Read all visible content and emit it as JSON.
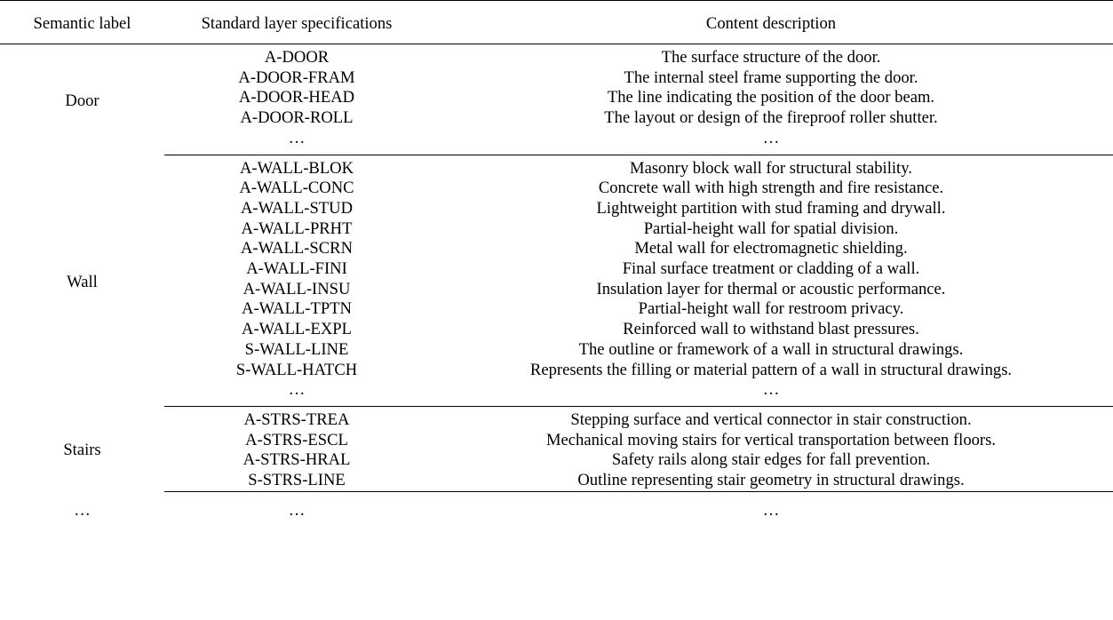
{
  "headers": {
    "semantic_label": "Semantic label",
    "standard_layer": "Standard layer specifications",
    "content_description": "Content description"
  },
  "ellipsis": "…",
  "groups": [
    {
      "label": "Door",
      "rows": [
        {
          "layer": "A-DOOR",
          "desc": "The surface structure of the door."
        },
        {
          "layer": "A-DOOR-FRAM",
          "desc": "The internal steel frame supporting the door."
        },
        {
          "layer": "A-DOOR-HEAD",
          "desc": "The line indicating the position of the door beam."
        },
        {
          "layer": "A-DOOR-ROLL",
          "desc": "The layout or design of the fireproof roller shutter."
        },
        {
          "layer": "…",
          "desc": "…"
        }
      ]
    },
    {
      "label": "Wall",
      "rows": [
        {
          "layer": "A-WALL-BLOK",
          "desc": "Masonry block wall for structural stability."
        },
        {
          "layer": "A-WALL-CONC",
          "desc": "Concrete wall with high strength and fire resistance."
        },
        {
          "layer": "A-WALL-STUD",
          "desc": "Lightweight partition with stud framing and drywall."
        },
        {
          "layer": "A-WALL-PRHT",
          "desc": "Partial-height wall for spatial division."
        },
        {
          "layer": "A-WALL-SCRN",
          "desc": "Metal wall for electromagnetic shielding."
        },
        {
          "layer": "A-WALL-FINI",
          "desc": "Final surface treatment or cladding of a wall."
        },
        {
          "layer": "A-WALL-INSU",
          "desc": "Insulation layer for thermal or acoustic performance."
        },
        {
          "layer": "A-WALL-TPTN",
          "desc": "Partial-height wall for restroom privacy."
        },
        {
          "layer": "A-WALL-EXPL",
          "desc": "Reinforced wall to withstand blast pressures."
        },
        {
          "layer": "S-WALL-LINE",
          "desc": "The outline or framework of a wall in structural drawings."
        },
        {
          "layer": "S-WALL-HATCH",
          "desc": "Represents the filling or material pattern of a wall in structural drawings."
        },
        {
          "layer": "…",
          "desc": "…"
        }
      ]
    },
    {
      "label": "Stairs",
      "rows": [
        {
          "layer": "A-STRS-TREA",
          "desc": "Stepping surface and vertical connector in stair construction."
        },
        {
          "layer": "A-STRS-ESCL",
          "desc": "Mechanical moving stairs for vertical transportation between floors."
        },
        {
          "layer": "A-STRS-HRAL",
          "desc": "Safety rails along stair edges for fall prevention."
        },
        {
          "layer": "S-STRS-LINE",
          "desc": "Outline representing stair geometry in structural drawings."
        }
      ]
    }
  ],
  "tail": {
    "label": "…",
    "layer": "…",
    "desc": "…"
  }
}
